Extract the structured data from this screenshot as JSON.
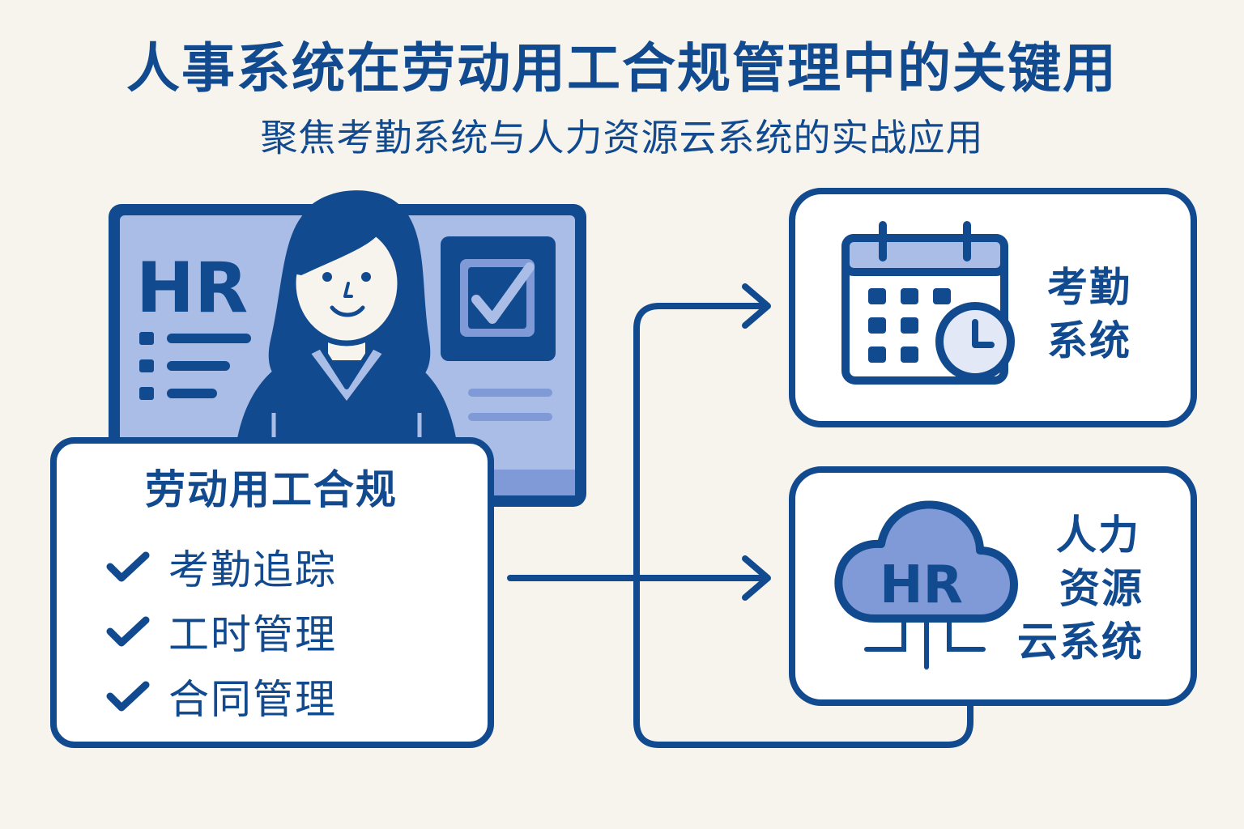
{
  "header": {
    "title": "人事系统在劳动用工合规管理中的关键用",
    "subtitle": "聚焦考勤系统与人力资源云系统的实战应用"
  },
  "screen": {
    "hr_text": "HR"
  },
  "compliance_card": {
    "title": "劳动用工合规",
    "items": [
      "考勤追踪",
      "工时管理",
      "合同管理"
    ]
  },
  "attendance_box": {
    "line1": "考勤",
    "line2": "系统"
  },
  "hr_cloud_box": {
    "cloud_text": "HR",
    "line1": "人力",
    "line2": "资源",
    "line3": "云系统"
  },
  "colors": {
    "primary": "#124a8f",
    "light_fill": "#a9bde6",
    "mid_fill": "#7f9ad6",
    "background": "#f7f4ee",
    "card_fill": "#ffffff"
  },
  "icons": [
    "hr-woman-icon",
    "checkbox-icon",
    "calendar-icon",
    "clock-icon",
    "cloud-icon",
    "check-icon",
    "arrow-icon"
  ]
}
